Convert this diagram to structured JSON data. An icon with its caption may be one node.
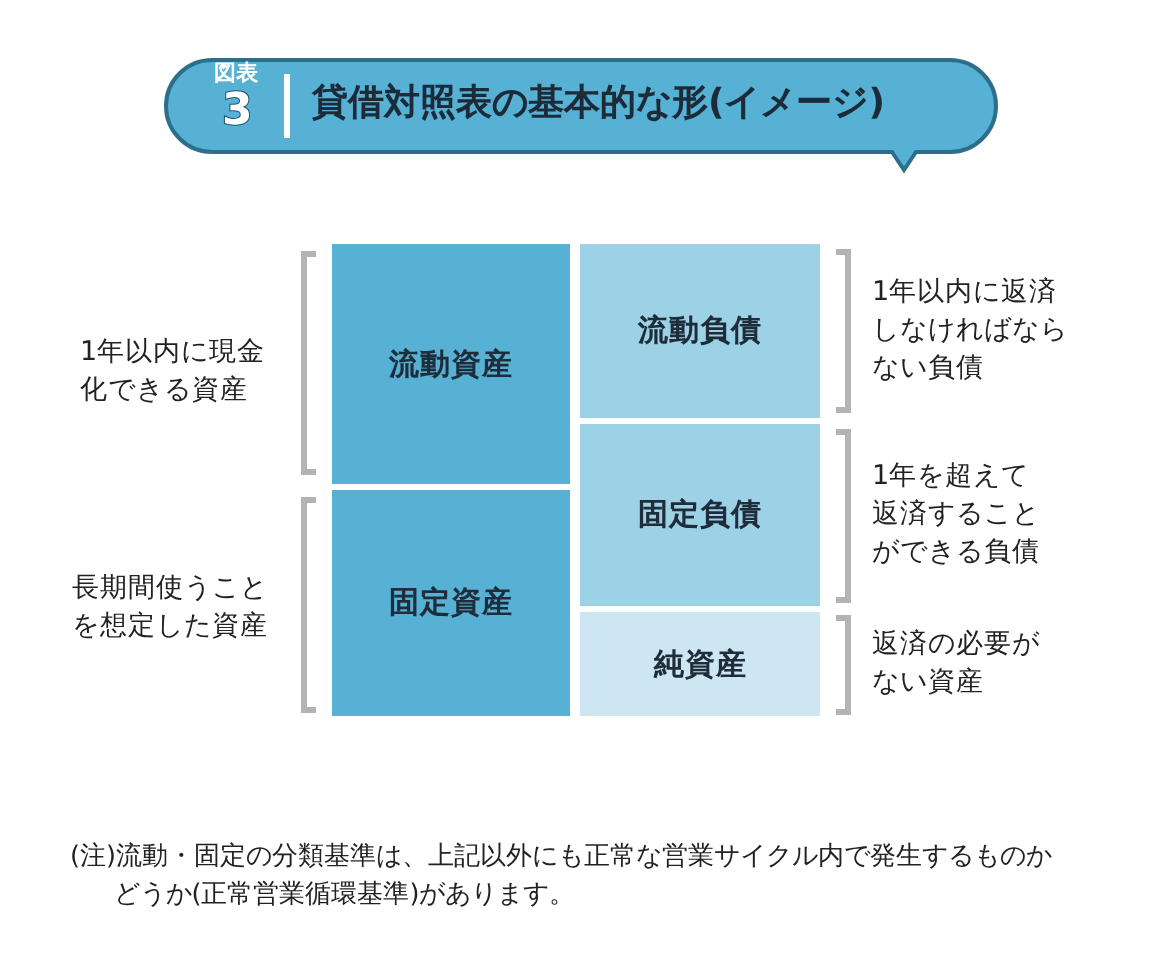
{
  "diagram": {
    "title": "貸借対照表の基本的な形(イメージ)",
    "nodes": [
      {
        "text": [
          "流動資産"
        ],
        "beside": [
          "1年以内に現金化できる資産"
        ]
      },
      {
        "text": [
          "固定資産"
        ],
        "beside": [
          "長期間使うことを想定した資産"
        ]
      },
      {
        "text": [
          "流動負債"
        ],
        "beside": [
          "1年以内に返済しなければならない負債"
        ]
      },
      {
        "text": [
          "固定負債"
        ],
        "beside": [
          "1年を超えて返済することができる負債"
        ]
      },
      {
        "text": [
          "純資産"
        ],
        "beside": [
          "返済の必要がない資産"
        ]
      }
    ],
    "labels": [
      "図表",
      "3",
      "(注)流動・固定の分類基準は、上記以外にも正常な営業サイクル内で発生するものかどうか(正常営業循環基準)があります。"
    ]
  }
}
